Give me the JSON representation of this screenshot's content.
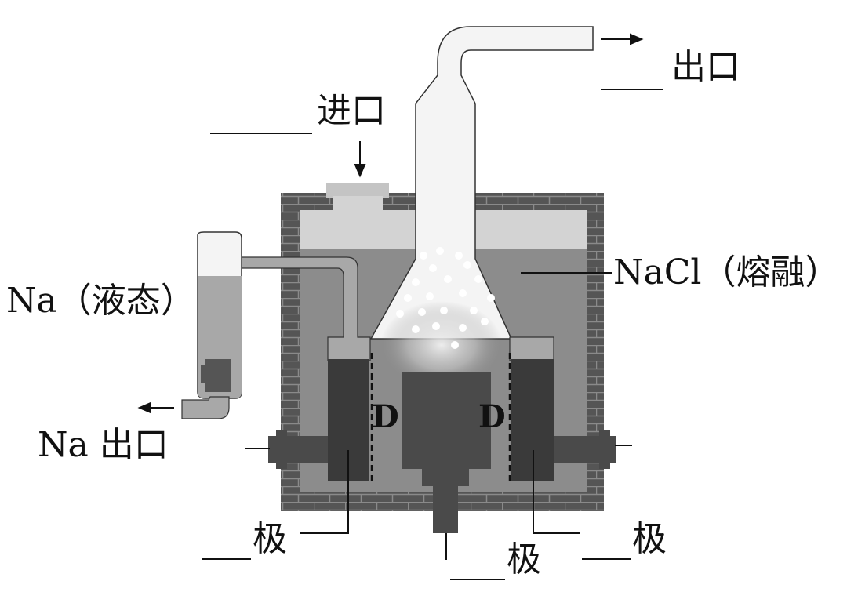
{
  "labels": {
    "gas_outlet": "出口",
    "inlet": "进口",
    "nacl_molten": "NaCl（熔融）",
    "na_liquid": "Na（液态）",
    "na_outlet": "Na 出口",
    "diaphragm_left": "D",
    "diaphragm_right": "D",
    "electrode_left": "极",
    "electrode_center": "极",
    "electrode_right": "极"
  },
  "colors": {
    "brick": "#555555",
    "brick_mortar": "#8a8a8a",
    "melt": "#8c8c8c",
    "headspace": "#d3d3d3",
    "pipe": "#f4f4f4",
    "electrode": "#4a4a4a",
    "steel_electrode": "#3a3a3a",
    "line": "#111111"
  }
}
